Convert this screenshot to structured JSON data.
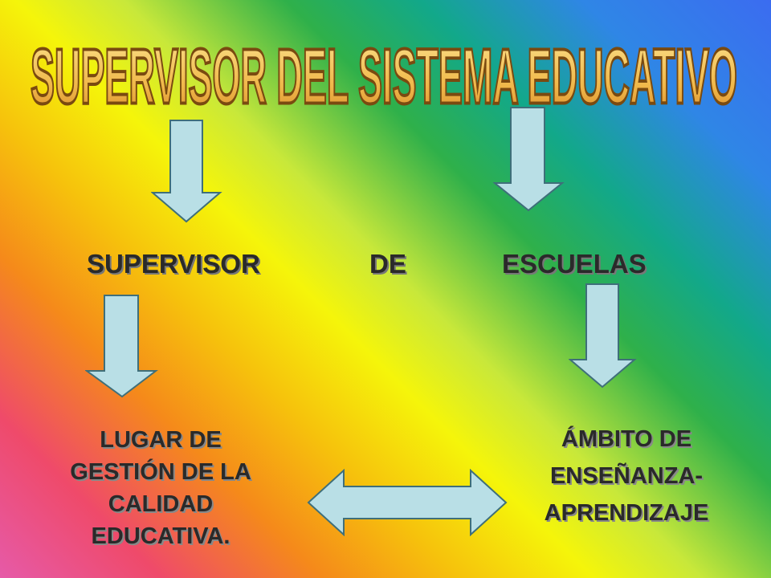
{
  "title": "SUPERVISOR DEL SISTEMA EDUCATIVO",
  "middle": {
    "word1": "SUPERVISOR",
    "word2": "DE",
    "word3": "ESCUELAS"
  },
  "left_box": {
    "line1": "LUGAR DE",
    "line2": "GESTIÓN DE LA",
    "line3": "CALIDAD",
    "line4": "EDUCATIVA."
  },
  "right_box": {
    "line1": "ÁMBITO DE",
    "line2": "ENSEÑANZA-",
    "line3": "APRENDIZAJE"
  },
  "colors": {
    "arrow_fill": "#b9dfe6",
    "arrow_stroke": "#3f6f7a",
    "title_fill": "#f0b84a",
    "title_stroke": "#7a4a10"
  }
}
